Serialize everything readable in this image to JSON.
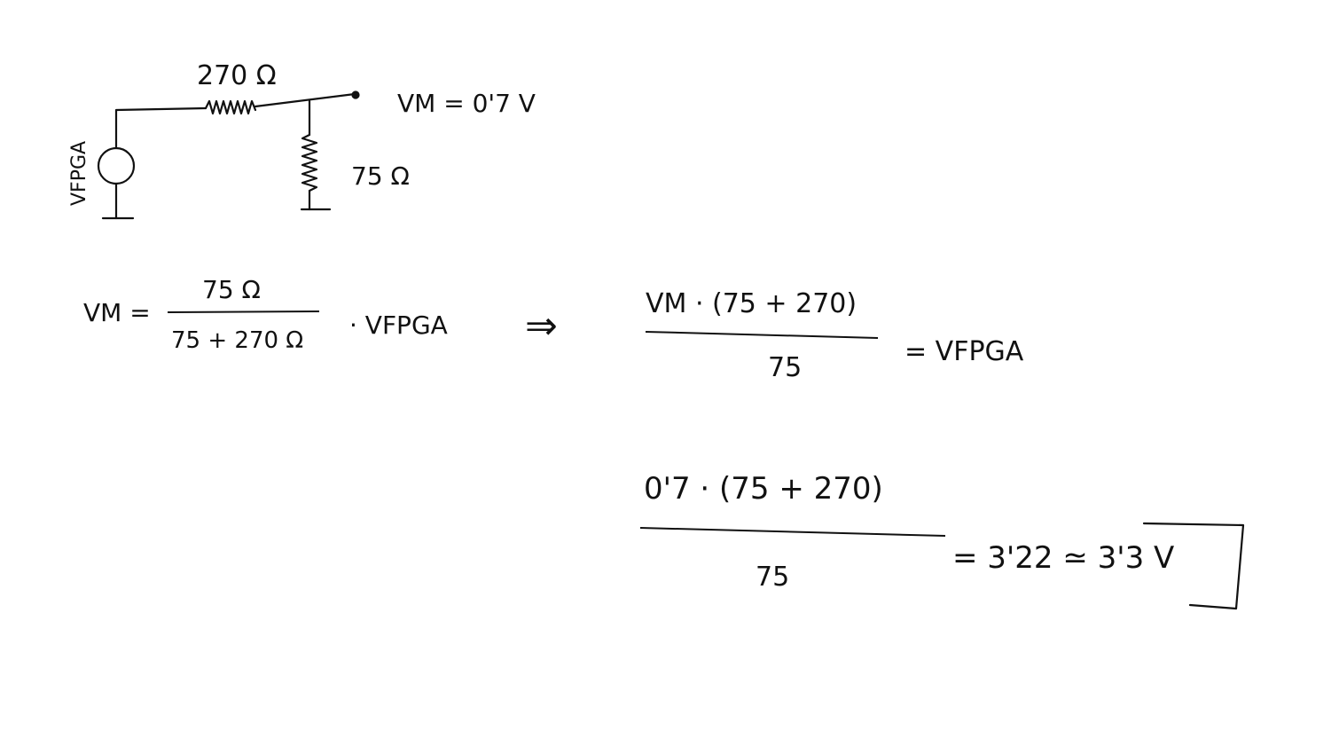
{
  "circuit": {
    "source_label": "VFPGA",
    "r1_label": "270 Ω",
    "r2_label": "75 Ω",
    "vm_label": "VM = 0'7 V"
  },
  "eq1": {
    "lhs": "VM =",
    "numerator": "75 Ω",
    "denominator": "75 + 270 Ω",
    "factor": "· VFPGA",
    "implies": "⇒"
  },
  "eq2": {
    "numerator": "VM · (75 + 270)",
    "denominator": "75",
    "rhs": "= VFPGA"
  },
  "eq3": {
    "numerator": "0'7 · (75 + 270)",
    "denominator": "75",
    "rhs": "= 3'22 ≃ 3'3 V"
  }
}
